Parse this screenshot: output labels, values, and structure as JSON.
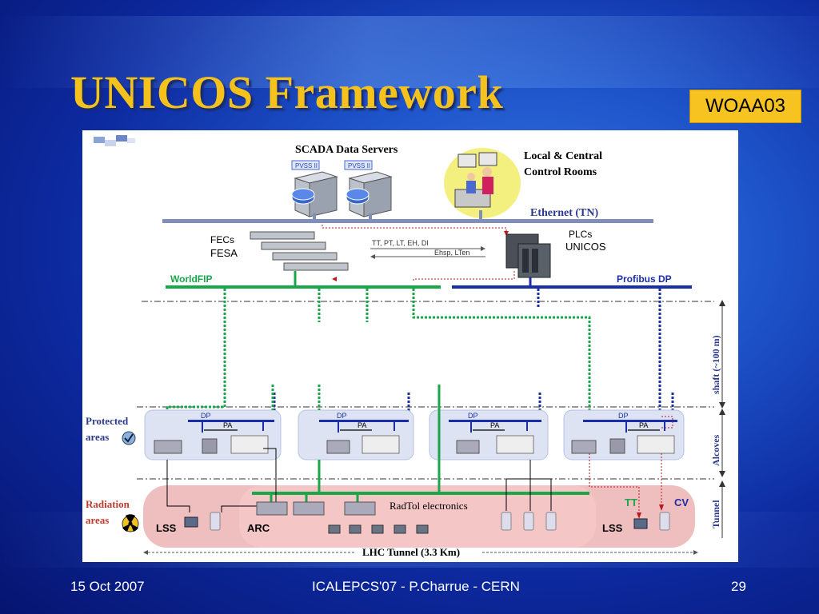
{
  "slide": {
    "title": "UNICOS Framework",
    "badge": "WOAA03",
    "footer_date": "15 Oct 2007",
    "footer_center": "ICALEPCS'07 - P.Charrue - CERN",
    "footer_page": "29"
  },
  "diagram": {
    "scada_label": "SCADA Data Servers",
    "pvss_badge": "PVSS II",
    "control_rooms_line1": "Local & Central",
    "control_rooms_line2": "Control Rooms",
    "ethernet_label": "Ethernet (TN)",
    "fecs_label": "FECs",
    "fesa_label": "FESA",
    "signals_top": "TT, PT, LT, EH, DI",
    "signals_bottom": "Ehsp, LTen",
    "plcs_label": "PLCs",
    "unicos_label": "UNICOS",
    "worldfip_label": "WorldFIP",
    "profibus_label": "Profibus DP",
    "shaft_label": "shaft (~100 m)",
    "alcoves_label": "Alcoves",
    "tunnel_label": "Tunnel",
    "protected_line1": "Protected",
    "protected_line2": "areas",
    "radiation_line1": "Radiation",
    "radiation_line2": "areas",
    "dp_label": "DP",
    "pa_label": "PA",
    "lss_label": "LSS",
    "arc_label": "ARC",
    "radtol_label": "RadTol electronics",
    "tt_label": "TT",
    "cv_label": "CV",
    "lhc_tunnel_label": "LHC Tunnel  (3.3 Km)",
    "colors": {
      "ethernet": "#7f8fb8",
      "worldfip": "#1aa64a",
      "profibus": "#1a2ea8",
      "redline": "#c0161e",
      "tunnel": "#e8a0a0",
      "label_blue": "#2b3a8f"
    }
  }
}
